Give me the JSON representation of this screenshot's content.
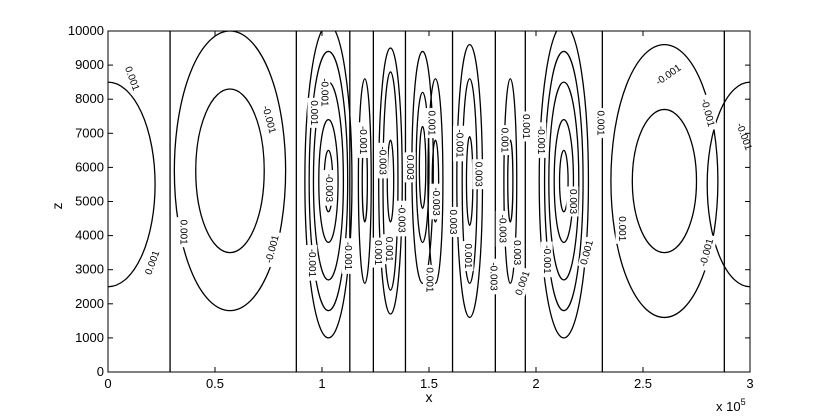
{
  "chart_data": {
    "type": "contour",
    "title": "",
    "xlabel": "x",
    "ylabel": "z",
    "x_multiplier_label": "x 10",
    "x_multiplier_exp": "5",
    "xlim": [
      0,
      3
    ],
    "ylim": [
      0,
      10000
    ],
    "xticks": [
      "0",
      "0.5",
      "1",
      "1.5",
      "2",
      "2.5",
      "3"
    ],
    "yticks": [
      "0",
      "1000",
      "2000",
      "3000",
      "4000",
      "5000",
      "6000",
      "7000",
      "8000",
      "9000",
      "10000"
    ],
    "grid": false,
    "line_color": "#000000",
    "vertical_zero_contours_x": [
      0.29,
      0.88,
      1.13,
      1.24,
      1.39,
      1.61,
      1.81,
      1.95,
      2.31,
      2.88
    ],
    "closed_contours": [
      {
        "cx": 0.0,
        "cz": 5500,
        "rx": 0.22,
        "rz": 3000
      },
      {
        "cx": 0.57,
        "cz": 5900,
        "rx": 0.16,
        "rz": 2400
      },
      {
        "cx": 0.57,
        "cz": 5900,
        "rx": 0.26,
        "rz": 4100
      },
      {
        "cx": 1.03,
        "cz": 5600,
        "rx": 0.02,
        "rz": 900
      },
      {
        "cx": 1.03,
        "cz": 5600,
        "rx": 0.045,
        "rz": 1800
      },
      {
        "cx": 1.03,
        "cz": 5600,
        "rx": 0.07,
        "rz": 2900
      },
      {
        "cx": 1.03,
        "cz": 5600,
        "rx": 0.09,
        "rz": 3800
      },
      {
        "cx": 1.03,
        "cz": 5600,
        "rx": 0.11,
        "rz": 4600
      },
      {
        "cx": 1.2,
        "cz": 5600,
        "rx": 0.012,
        "rz": 1200
      },
      {
        "cx": 1.2,
        "cz": 5600,
        "rx": 0.03,
        "rz": 3000
      },
      {
        "cx": 1.32,
        "cz": 5600,
        "rx": 0.015,
        "rz": 1200
      },
      {
        "cx": 1.32,
        "cz": 5600,
        "rx": 0.035,
        "rz": 3200
      },
      {
        "cx": 1.32,
        "cz": 5600,
        "rx": 0.055,
        "rz": 3900
      },
      {
        "cx": 1.47,
        "cz": 6000,
        "rx": 0.015,
        "rz": 1200
      },
      {
        "cx": 1.47,
        "cz": 6000,
        "rx": 0.03,
        "rz": 2200
      },
      {
        "cx": 1.47,
        "cz": 6000,
        "rx": 0.05,
        "rz": 3400
      },
      {
        "cx": 1.53,
        "cz": 5600,
        "rx": 0.015,
        "rz": 1200
      },
      {
        "cx": 1.53,
        "cz": 5600,
        "rx": 0.035,
        "rz": 3000
      },
      {
        "cx": 1.69,
        "cz": 5600,
        "rx": 0.015,
        "rz": 1300
      },
      {
        "cx": 1.69,
        "cz": 5600,
        "rx": 0.035,
        "rz": 3000
      },
      {
        "cx": 1.69,
        "cz": 5600,
        "rx": 0.06,
        "rz": 4000
      },
      {
        "cx": 1.88,
        "cz": 5600,
        "rx": 0.012,
        "rz": 1200
      },
      {
        "cx": 1.88,
        "cz": 5600,
        "rx": 0.03,
        "rz": 3000
      },
      {
        "cx": 2.13,
        "cz": 5600,
        "rx": 0.02,
        "rz": 900
      },
      {
        "cx": 2.13,
        "cz": 5600,
        "rx": 0.045,
        "rz": 1800
      },
      {
        "cx": 2.13,
        "cz": 5600,
        "rx": 0.07,
        "rz": 2900
      },
      {
        "cx": 2.13,
        "cz": 5600,
        "rx": 0.09,
        "rz": 3800
      },
      {
        "cx": 2.13,
        "cz": 5600,
        "rx": 0.115,
        "rz": 4600
      },
      {
        "cx": 2.6,
        "cz": 5600,
        "rx": 0.15,
        "rz": 2100
      },
      {
        "cx": 2.6,
        "cz": 5600,
        "rx": 0.25,
        "rz": 4000
      },
      {
        "cx": 3.0,
        "cz": 5500,
        "rx": 0.2,
        "rz": 3000
      }
    ],
    "contour_labels": [
      {
        "x": 0.11,
        "z": 8600,
        "text": "0.001",
        "angle": 70
      },
      {
        "x": 0.21,
        "z": 3200,
        "text": "0.001",
        "angle": -70
      },
      {
        "x": 0.35,
        "z": 4100,
        "text": "0.001",
        "angle": 90
      },
      {
        "x": 0.75,
        "z": 7400,
        "text": "-0.001",
        "angle": 75
      },
      {
        "x": 0.77,
        "z": 3600,
        "text": "-0.001",
        "angle": -75
      },
      {
        "x": 0.96,
        "z": 7600,
        "text": "0.001",
        "angle": 90
      },
      {
        "x": 1.01,
        "z": 8200,
        "text": "-0.001",
        "angle": 90
      },
      {
        "x": 0.95,
        "z": 3200,
        "text": "-0.001",
        "angle": 90
      },
      {
        "x": 1.12,
        "z": 3400,
        "text": "-0.001",
        "angle": 90
      },
      {
        "x": 1.03,
        "z": 5400,
        "text": "-0.003",
        "angle": 90
      },
      {
        "x": 1.19,
        "z": 6800,
        "text": "-0.001",
        "angle": 90
      },
      {
        "x": 1.28,
        "z": 6200,
        "text": "-0.003",
        "angle": 90
      },
      {
        "x": 1.26,
        "z": 3500,
        "text": "0.001",
        "angle": 90
      },
      {
        "x": 1.31,
        "z": 3600,
        "text": "0.001",
        "angle": 90
      },
      {
        "x": 1.37,
        "z": 4500,
        "text": "-0.003",
        "angle": 90
      },
      {
        "x": 1.41,
        "z": 6000,
        "text": "0.003",
        "angle": 90
      },
      {
        "x": 1.51,
        "z": 7300,
        "text": "0.001",
        "angle": 90
      },
      {
        "x": 1.53,
        "z": 5000,
        "text": "-0.003",
        "angle": 90
      },
      {
        "x": 1.5,
        "z": 2700,
        "text": "0.001",
        "angle": 90
      },
      {
        "x": 1.61,
        "z": 4400,
        "text": "0.003",
        "angle": 90
      },
      {
        "x": 1.73,
        "z": 5800,
        "text": "0.003",
        "angle": 90
      },
      {
        "x": 1.64,
        "z": 6700,
        "text": "-0.001",
        "angle": 90
      },
      {
        "x": 1.68,
        "z": 3400,
        "text": "0.001",
        "angle": 90
      },
      {
        "x": 1.8,
        "z": 2800,
        "text": "-0.003",
        "angle": 90
      },
      {
        "x": 1.84,
        "z": 4200,
        "text": "-0.003",
        "angle": 90
      },
      {
        "x": 1.85,
        "z": 6800,
        "text": "0.001",
        "angle": 90
      },
      {
        "x": 1.91,
        "z": 3500,
        "text": "0.003",
        "angle": 90
      },
      {
        "x": 1.94,
        "z": 2600,
        "text": "0.001",
        "angle": -70
      },
      {
        "x": 1.95,
        "z": 7200,
        "text": "0.001",
        "angle": 90
      },
      {
        "x": 2.02,
        "z": 6800,
        "text": "-0.001",
        "angle": 90
      },
      {
        "x": 2.05,
        "z": 3300,
        "text": "-0.001",
        "angle": 90
      },
      {
        "x": 2.17,
        "z": 5000,
        "text": "0.003",
        "angle": 90
      },
      {
        "x": 2.24,
        "z": 3500,
        "text": "0.001",
        "angle": -75
      },
      {
        "x": 2.3,
        "z": 7300,
        "text": "0.001",
        "angle": 90
      },
      {
        "x": 2.4,
        "z": 4200,
        "text": "0.001",
        "angle": 90
      },
      {
        "x": 2.62,
        "z": 8700,
        "text": "-0.001",
        "angle": -35
      },
      {
        "x": 2.8,
        "z": 7600,
        "text": "-0.001",
        "angle": 75
      },
      {
        "x": 2.8,
        "z": 3500,
        "text": "-0.001",
        "angle": -75
      },
      {
        "x": 2.97,
        "z": 6900,
        "text": "-0.001",
        "angle": 70
      }
    ]
  }
}
